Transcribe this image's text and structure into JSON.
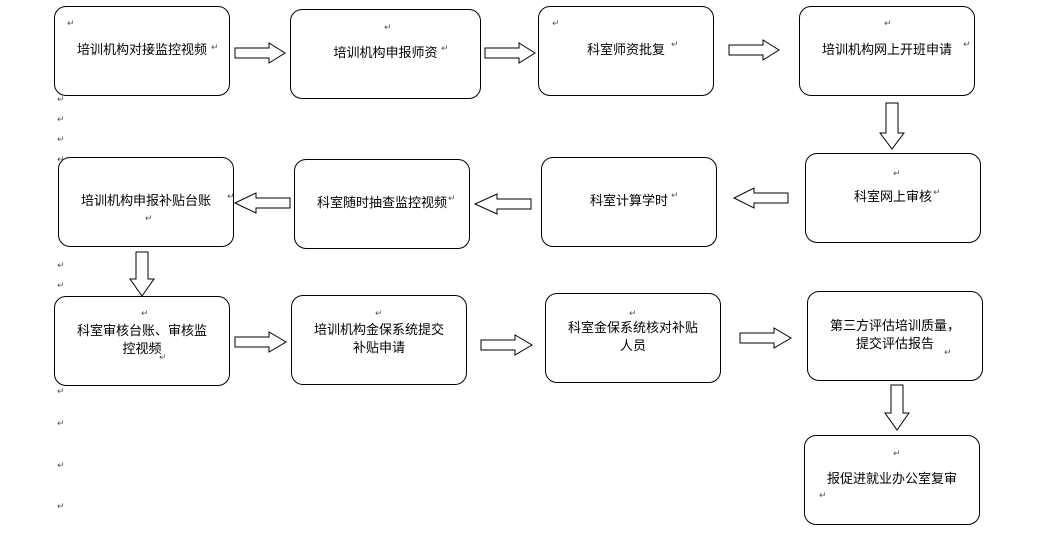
{
  "mark": "↵",
  "nodes": [
    {
      "id": "n1",
      "label": "培训机构对接监控视频"
    },
    {
      "id": "n2",
      "label": "培训机构申报师资"
    },
    {
      "id": "n3",
      "label": "科室师资批复"
    },
    {
      "id": "n4",
      "label": "培训机构网上开班申请"
    },
    {
      "id": "n5",
      "label": "科室网上审核"
    },
    {
      "id": "n6",
      "label": "科室计算学时"
    },
    {
      "id": "n7",
      "label": "科室随时抽查监控视频"
    },
    {
      "id": "n8",
      "label": "培训机构申报补贴台账"
    },
    {
      "id": "n9",
      "label": "科室审核台账、审核监\n控视频"
    },
    {
      "id": "n10",
      "label": "培训机构金保系统提交\n补贴申请"
    },
    {
      "id": "n11",
      "label": "科室金保系统核对补贴\n人员"
    },
    {
      "id": "n12",
      "label": "第三方评估培训质量，\n提交评估报告"
    },
    {
      "id": "n13",
      "label": "报促进就业办公室复审"
    }
  ],
  "edges": [
    {
      "from": "n1",
      "to": "n2"
    },
    {
      "from": "n2",
      "to": "n3"
    },
    {
      "from": "n3",
      "to": "n4"
    },
    {
      "from": "n4",
      "to": "n5"
    },
    {
      "from": "n5",
      "to": "n6"
    },
    {
      "from": "n6",
      "to": "n7"
    },
    {
      "from": "n7",
      "to": "n8"
    },
    {
      "from": "n8",
      "to": "n9"
    },
    {
      "from": "n9",
      "to": "n10"
    },
    {
      "from": "n10",
      "to": "n11"
    },
    {
      "from": "n11",
      "to": "n12"
    },
    {
      "from": "n12",
      "to": "n13"
    }
  ]
}
